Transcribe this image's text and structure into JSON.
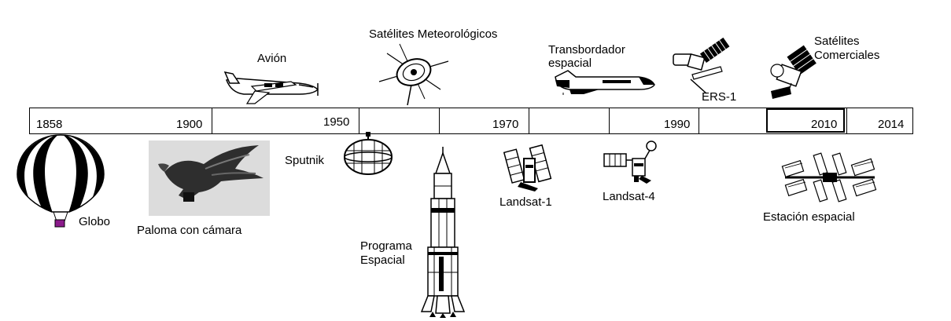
{
  "timeline": {
    "years": [
      "1858",
      "1900",
      "1950",
      "1970",
      "1990",
      "2010",
      "2014"
    ]
  },
  "events": {
    "avion": "Avión",
    "satelites_meteo": "Satélites Meteorológicos",
    "transbordador_1": "Transbordador",
    "transbordador_2": "espacial",
    "ers1": "ERS-1",
    "sat_com_1": "Satélites",
    "sat_com_2": "Comerciales",
    "globo": "Globo",
    "paloma": "Paloma con cámara",
    "sputnik": "Sputnik",
    "programa_1": "Programa",
    "programa_2": "Espacial",
    "landsat1": "Landsat-1",
    "landsat4": "Landsat-4",
    "estacion": "Estación espacial"
  }
}
